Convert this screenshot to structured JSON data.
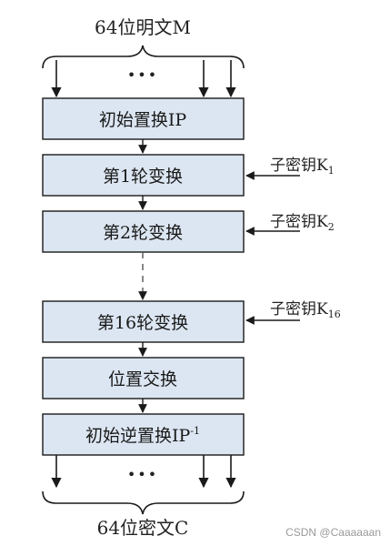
{
  "input_label": "64位明文M",
  "output_label": "64位密文C",
  "ellipsis": "•••",
  "steps": {
    "initial_perm": "初始置换IP",
    "round1": "第1轮变换",
    "round2": "第2轮变换",
    "round16": "第16轮变换",
    "swap": "位置交换",
    "inverse_perm": {
      "text": "初始逆置换IP",
      "sup": "-1"
    }
  },
  "subkeys": {
    "k1": {
      "text": "子密钥K",
      "sub": "1"
    },
    "k2": {
      "text": "子密钥K",
      "sub": "2"
    },
    "k16": {
      "text": "子密钥K",
      "sub": "16"
    }
  },
  "watermark": "CSDN @Caaaaaan",
  "colors": {
    "box_fill": "#dce6f2",
    "box_stroke": "#1a1a1a",
    "line": "#1a1a1a",
    "dashed_line": "#555555"
  }
}
